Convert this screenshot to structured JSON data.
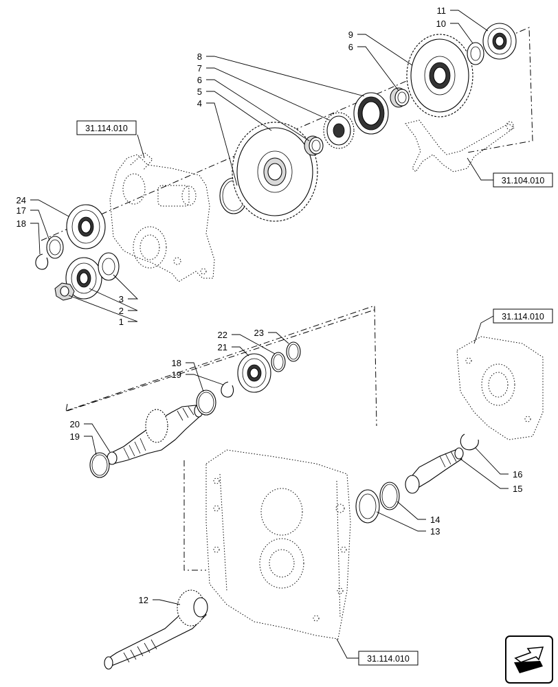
{
  "diagram": {
    "callouts": [
      {
        "id": "c1",
        "text": "1"
      },
      {
        "id": "c2",
        "text": "2"
      },
      {
        "id": "c3",
        "text": "3"
      },
      {
        "id": "c4",
        "text": "4"
      },
      {
        "id": "c5",
        "text": "5"
      },
      {
        "id": "c6a",
        "text": "6"
      },
      {
        "id": "c6b",
        "text": "6"
      },
      {
        "id": "c7",
        "text": "7"
      },
      {
        "id": "c8",
        "text": "8"
      },
      {
        "id": "c9",
        "text": "9"
      },
      {
        "id": "c10",
        "text": "10"
      },
      {
        "id": "c11",
        "text": "11"
      },
      {
        "id": "c12",
        "text": "12"
      },
      {
        "id": "c13",
        "text": "13"
      },
      {
        "id": "c14",
        "text": "14"
      },
      {
        "id": "c15",
        "text": "15"
      },
      {
        "id": "c16",
        "text": "16"
      },
      {
        "id": "c17",
        "text": "17"
      },
      {
        "id": "c18a",
        "text": "18"
      },
      {
        "id": "c18b",
        "text": "18"
      },
      {
        "id": "c19a",
        "text": "19"
      },
      {
        "id": "c19b",
        "text": "19"
      },
      {
        "id": "c20",
        "text": "20"
      },
      {
        "id": "c21",
        "text": "21"
      },
      {
        "id": "c22",
        "text": "22"
      },
      {
        "id": "c23",
        "text": "23"
      },
      {
        "id": "c24",
        "text": "24"
      }
    ],
    "references": [
      {
        "id": "r1",
        "text": "31.114.010"
      },
      {
        "id": "r2",
        "text": "31.104.010"
      },
      {
        "id": "r3",
        "text": "31.114.010"
      },
      {
        "id": "r4",
        "text": "31.114.010"
      }
    ],
    "nav_icon": "exploded-view-arrow-icon"
  }
}
